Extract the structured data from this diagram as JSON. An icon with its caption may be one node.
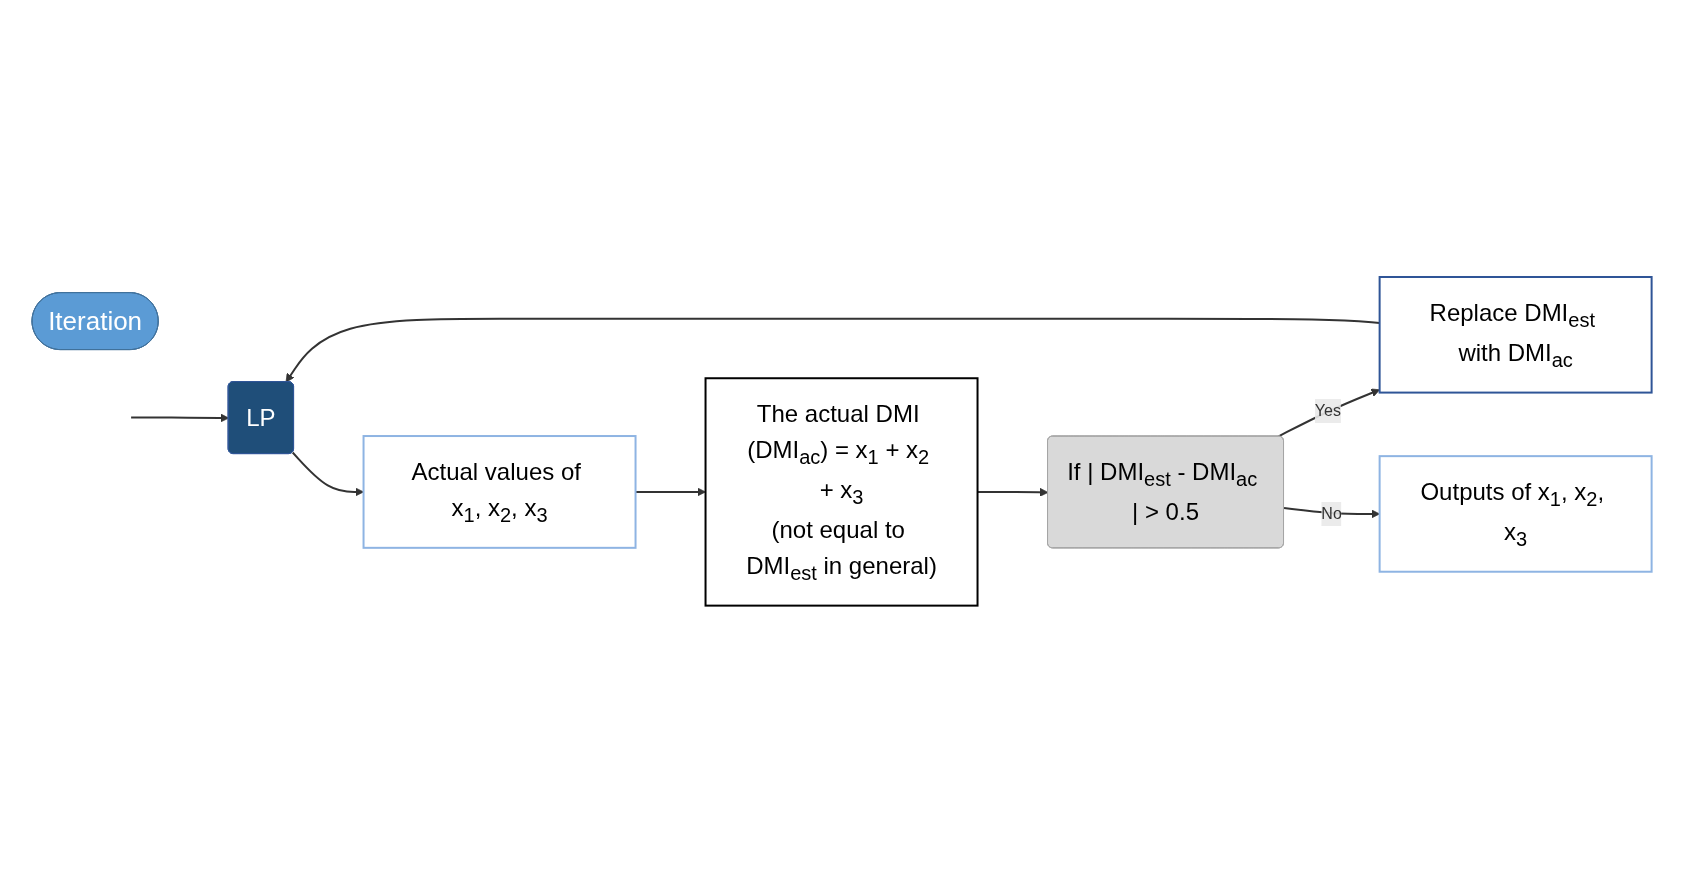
{
  "diagram": {
    "nodes": [
      {
        "text": [
          "LP"
        ]
      },
      {
        "text": [
          "Actual values of x$_{1}$, x$_{2}$, x$_{3}$"
        ]
      },
      {
        "text": [
          "The actual DMI (DMI$_{ac}$) = x$_{1}$ + x$_{2}$ + x$_{3}$",
          "(not equal to DMI$_{est}$ in general)"
        ]
      },
      {
        "text": [
          "If | DMI$_{est}$ - DMI$_{ac}$ | > 0.5"
        ]
      },
      {
        "text": [
          "Replace DMI$_{est}$ with DMI$_{ac}$"
        ]
      },
      {
        "text": [
          "Outputs of x$_{1}$, x$_{2}$, x$_{3}$"
        ]
      },
      {
        "text": [
          "Iteration"
        ]
      }
    ],
    "edges": [
      {
        "from": null,
        "to": 0,
        "arrow": "to"
      },
      {
        "from": 0,
        "to": 1,
        "arrow": "to"
      },
      {
        "from": 1,
        "to": 2,
        "arrow": "to"
      },
      {
        "from": 2,
        "to": 3,
        "arrow": "to"
      },
      {
        "from": 3,
        "to": 4,
        "arrow": "to",
        "label": "Yes"
      },
      {
        "from": 4,
        "to": 0,
        "arrow": "to"
      },
      {
        "from": 3,
        "to": 5,
        "arrow": "to",
        "label": "No"
      }
    ]
  }
}
